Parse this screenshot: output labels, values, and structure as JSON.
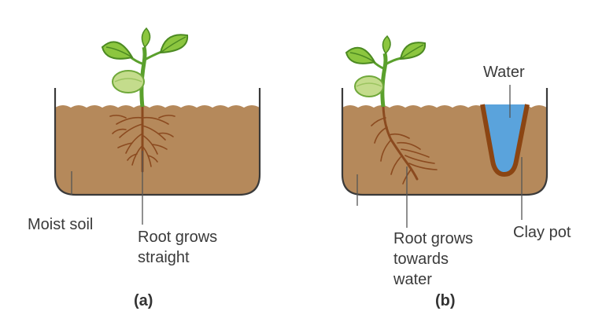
{
  "panel_a": {
    "caption": "(a)",
    "label_soil": "Moist soil",
    "label_root_line1": "Root grows",
    "label_root_line2": "straight"
  },
  "panel_b": {
    "caption": "(b)",
    "label_water": "Water",
    "label_root_line1": "Root grows",
    "label_root_line2": "towards",
    "label_root_line3": "water",
    "label_pot": "Clay pot"
  },
  "colors": {
    "soil": "#b5895b",
    "soil_outline": "#3a3a3a",
    "root": "#8b4a1f",
    "stem": "#5aa02c",
    "leaf": "#8cc63f",
    "leaf_dark": "#4c8a22",
    "seed_leaf": "#c4dc8c",
    "water": "#5aa3dc",
    "clay_pot": "#8b4513"
  }
}
